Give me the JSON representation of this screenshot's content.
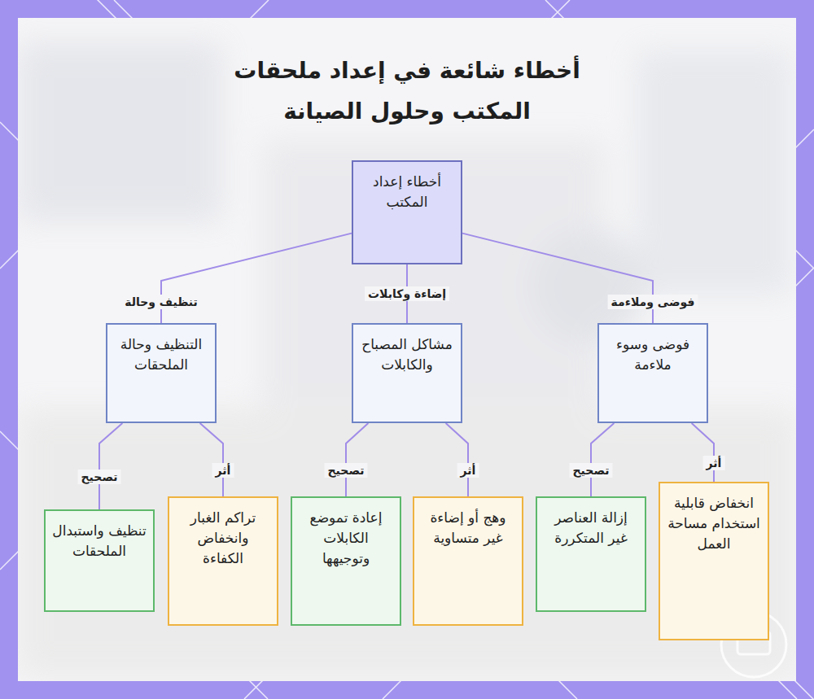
{
  "diagram": {
    "title": "أخطاء شائعة في إعداد ملحقات المكتب وحلول الصيانة",
    "nodes": [
      {
        "text": [
          "أخطاء إعداد المكتب"
        ]
      },
      {
        "text": [
          "فوضى وسوء ملاءمة"
        ]
      },
      {
        "text": [
          "مشاكل المصباح والكابلات"
        ]
      },
      {
        "text": [
          "التنظيف وحالة الملحقات"
        ]
      },
      {
        "text": [
          "انخفاض قابلية استخدام مساحة العمل"
        ]
      },
      {
        "text": [
          "إزالة العناصر غير المتكررة"
        ]
      },
      {
        "text": [
          "وهج أو إضاءة غير متساوية"
        ]
      },
      {
        "text": [
          "إعادة تموضع الكابلات وتوجيهها"
        ]
      },
      {
        "text": [
          "تراكم الغبار وانخفاض الكفاءة"
        ]
      },
      {
        "text": [
          "تنظيف واستبدال الملحقات"
        ]
      }
    ],
    "edges": [
      {
        "from": 0,
        "to": 1,
        "label": "فوضى وملاءمة",
        "arrow": "none"
      },
      {
        "from": 0,
        "to": 2,
        "label": "إضاءة وكابلات",
        "arrow": "none"
      },
      {
        "from": 0,
        "to": 3,
        "label": "تنظيف وحالة",
        "arrow": "none"
      },
      {
        "from": 1,
        "to": 4,
        "label": "أثر",
        "arrow": "none"
      },
      {
        "from": 1,
        "to": 5,
        "label": "تصحيح",
        "arrow": "none"
      },
      {
        "from": 2,
        "to": 6,
        "label": "أثر",
        "arrow": "none"
      },
      {
        "from": 2,
        "to": 7,
        "label": "تصحيح",
        "arrow": "none"
      },
      {
        "from": 3,
        "to": 8,
        "label": "أثر",
        "arrow": "none"
      },
      {
        "from": 3,
        "to": 9,
        "label": "تصحيح",
        "arrow": "none"
      }
    ]
  }
}
